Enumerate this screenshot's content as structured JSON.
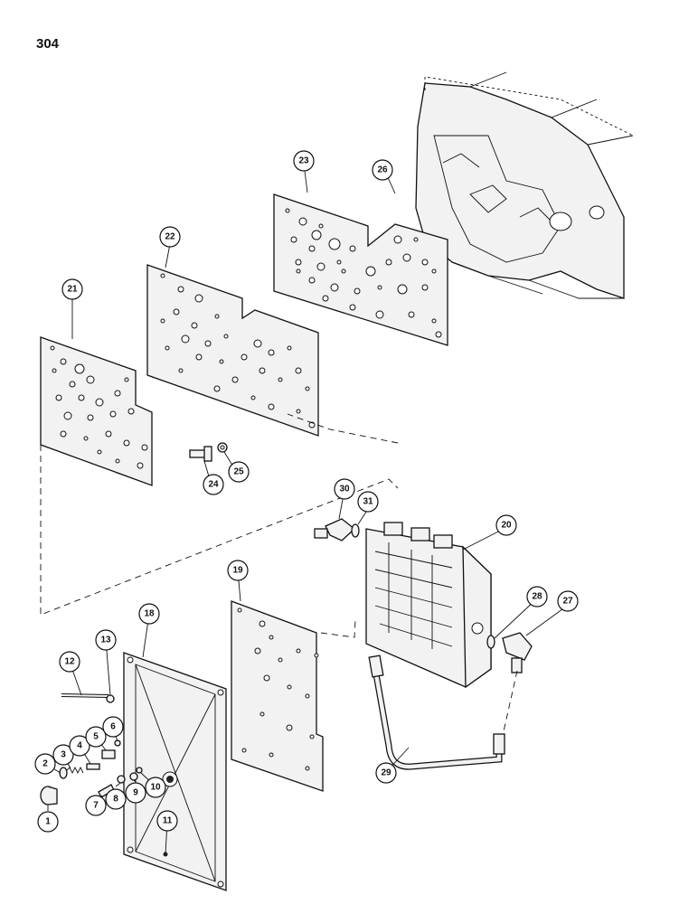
{
  "page_number": "304",
  "callouts": [
    "1",
    "2",
    "3",
    "4",
    "5",
    "6",
    "7",
    "8",
    "9",
    "10",
    "11",
    "12",
    "13",
    "18",
    "19",
    "20",
    "21",
    "22",
    "23",
    "24",
    "25",
    "26",
    "27",
    "28",
    "29",
    "30",
    "31"
  ]
}
